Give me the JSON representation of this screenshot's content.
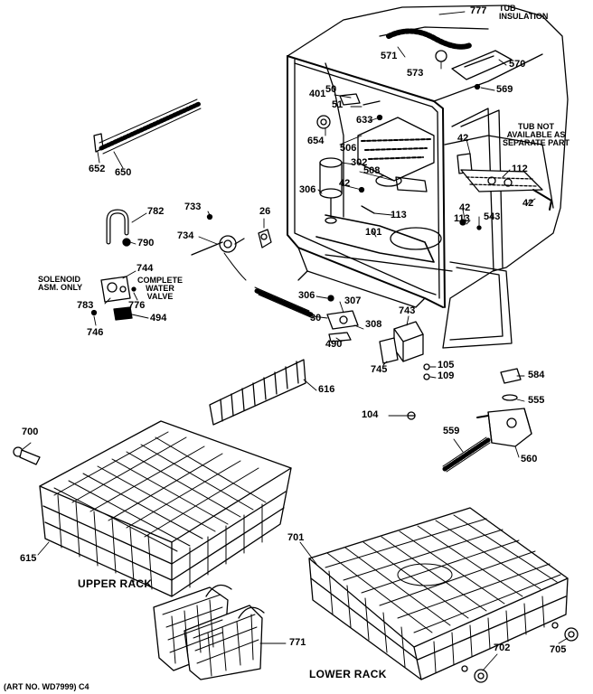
{
  "parts": {
    "p777": "777",
    "p571": "571",
    "p573": "573",
    "p570": "570",
    "p569": "569",
    "p401": "401",
    "p50": "50",
    "p51": "51",
    "p633": "633",
    "p654": "654",
    "p506": "506",
    "p42a": "42",
    "p302": "302",
    "p508": "508",
    "p306a": "306",
    "p42b": "42",
    "p112": "112",
    "p42c": "42",
    "p42d": "42",
    "p113a": "113",
    "p113b": "113",
    "p543": "543",
    "p101": "101",
    "p652": "652",
    "p650": "650",
    "p733": "733",
    "p782": "782",
    "p790": "790",
    "p26": "26",
    "p734": "734",
    "p744": "744",
    "p783": "783",
    "p776": "776",
    "p494": "494",
    "p746": "746",
    "p306b": "306",
    "p307": "307",
    "p30": "30",
    "p743": "743",
    "p308": "308",
    "p490": "490",
    "p745": "745",
    "p105": "105",
    "p109": "109",
    "p584": "584",
    "p616": "616",
    "p555": "555",
    "p104": "104",
    "p559": "559",
    "p560": "560",
    "p700": "700",
    "p615": "615",
    "p701": "701",
    "p771": "771",
    "p702": "702",
    "p705": "705"
  },
  "notes": {
    "tub_insulation": [
      "TUB",
      "INSULATION"
    ],
    "tub_not_available": [
      "TUB NOT",
      "AVAILABLE AS",
      "SEPARATE PART"
    ],
    "solenoid": [
      "SOLENOID",
      "ASM. ONLY"
    ],
    "complete_valve": [
      "COMPLETE",
      "WATER",
      "VALVE"
    ]
  },
  "captions": {
    "upper_rack": "UPPER RACK",
    "lower_rack": "LOWER RACK",
    "art_no": "(ART NO. WD7999) C4"
  }
}
